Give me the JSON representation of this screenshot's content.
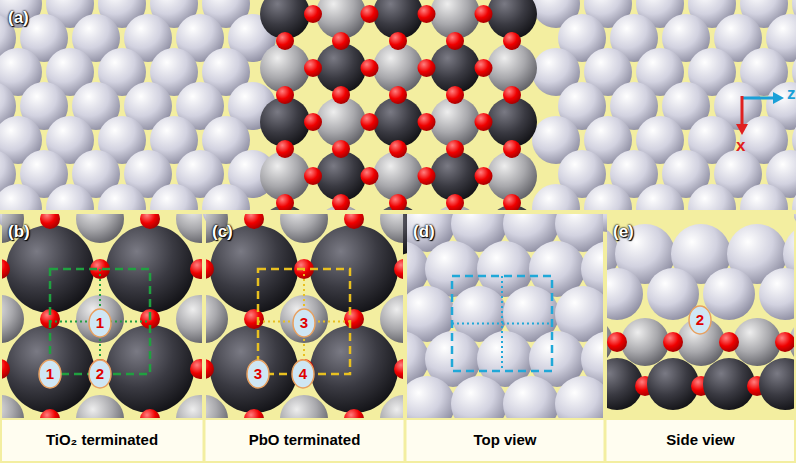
{
  "diagram": {
    "labels": [
      "(a)",
      "z",
      "x",
      "(b)",
      "1",
      "1",
      "2",
      "(c)",
      "3",
      "3",
      "4",
      "(d)",
      "(e)",
      "2",
      "TiO₂ terminated",
      "PbO terminated",
      "Top view",
      "Side view"
    ]
  }
}
